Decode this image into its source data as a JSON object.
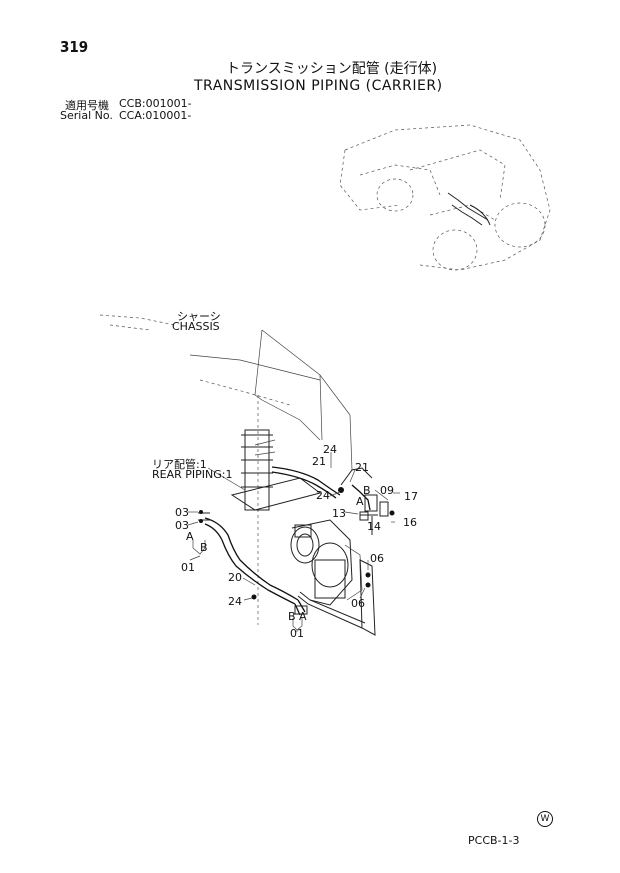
{
  "page_number": "319",
  "title_jp": "トランスミッション配管 (走行体)",
  "title_en": "TRANSMISSION PIPING (CARRIER)",
  "serial": {
    "jp_label": "適用号機",
    "jp_value": "CCB:001001-",
    "en_label": "Serial No.",
    "en_value": "CCA:010001-"
  },
  "callouts": {
    "chassis_jp": "シャーシ",
    "chassis_en": "CHASSIS",
    "rear_piping_jp": "リア配管:1",
    "rear_piping_en": "REAR PIPING:1",
    "p24a": "24",
    "p21a": "21",
    "p21b": "21",
    "p24b": "24",
    "pB1": "B",
    "p09": "09",
    "pA1": "A",
    "p17": "17",
    "p13": "13",
    "p14": "14",
    "p16": "16",
    "p03a": "03",
    "p03b": "03",
    "pA2": "A",
    "pB2": "B",
    "p01a": "01",
    "p06a": "06",
    "p06b": "06",
    "p20": "20",
    "p24c": "24",
    "pB3": "B",
    "pA3": "A",
    "p01b": "01"
  },
  "watermark": "W",
  "footer_code": "PCCB-1-3"
}
